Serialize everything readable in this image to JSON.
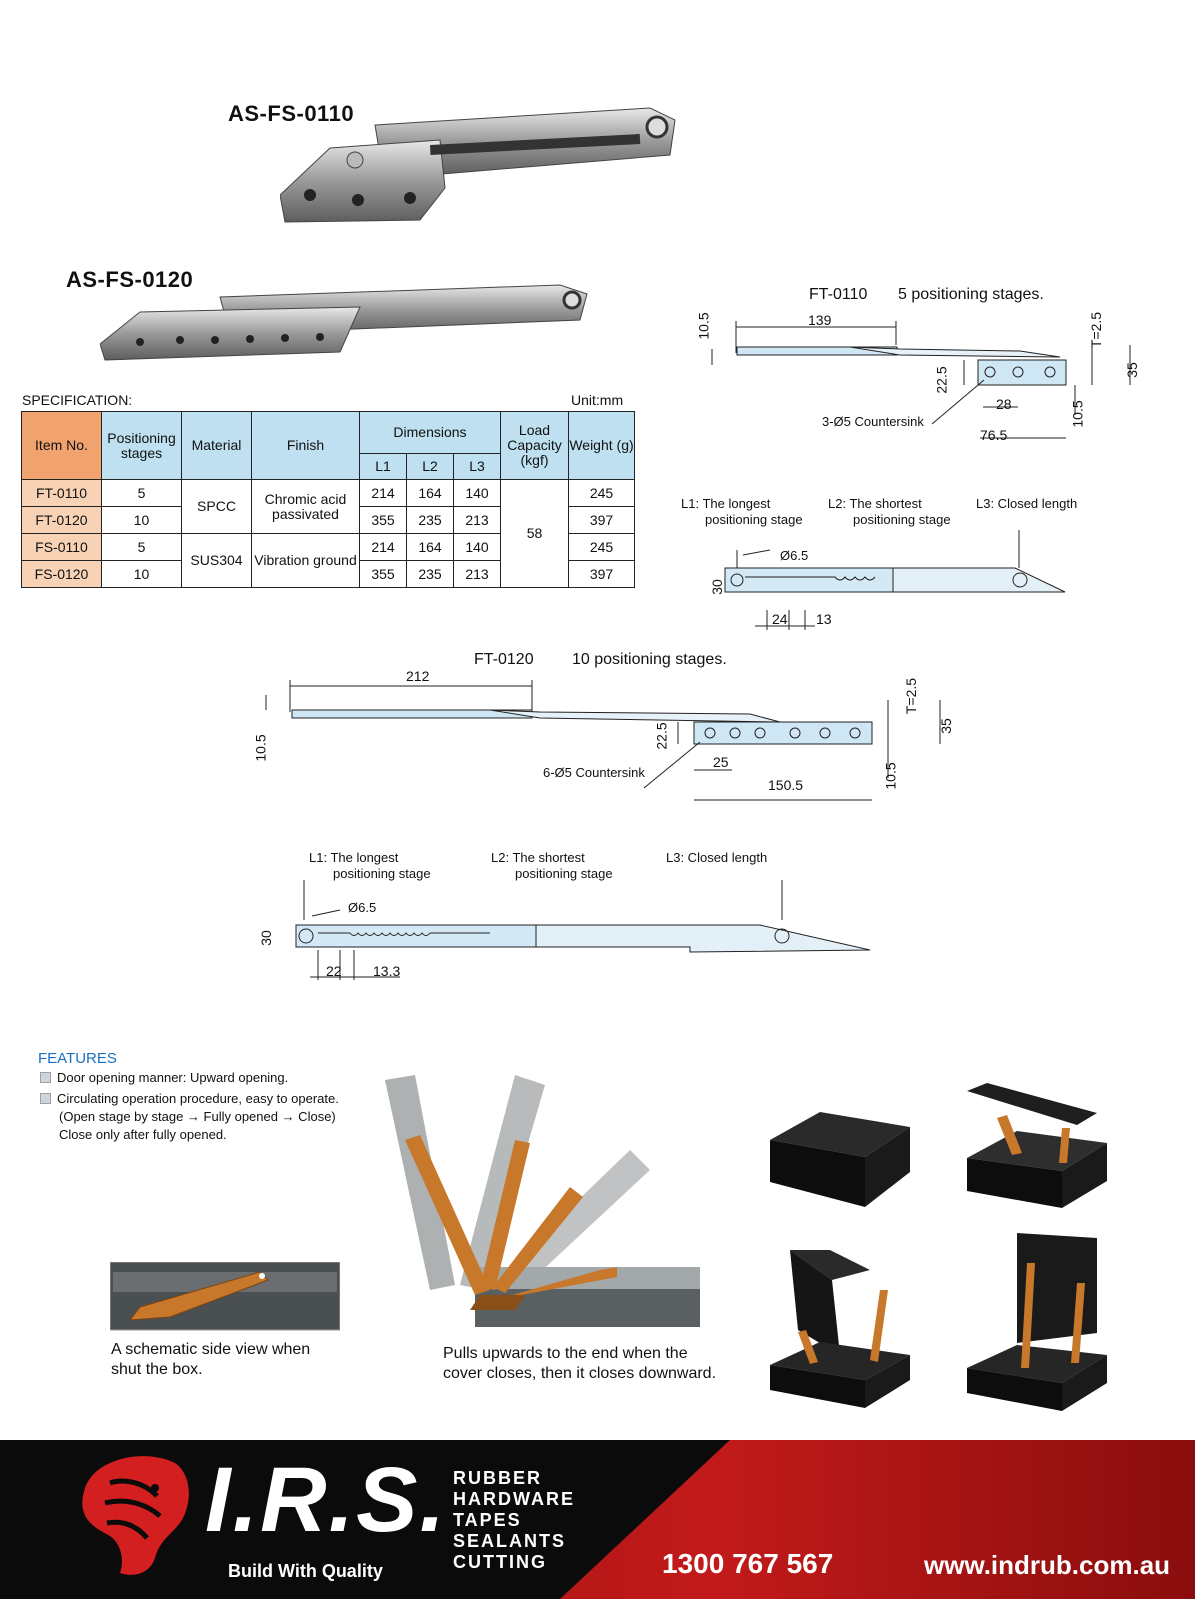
{
  "products": {
    "a": {
      "title": "AS-FS-0110"
    },
    "b": {
      "title": "AS-FS-0120"
    }
  },
  "spec": {
    "title": "SPECIFICATION:",
    "unit": "Unit:mm",
    "headers": {
      "item": "Item No.",
      "stages": "Positioning stages",
      "material": "Material",
      "finish": "Finish",
      "dimensions": "Dimensions",
      "l1": "L1",
      "l2": "L2",
      "l3": "L3",
      "load": "Load Capacity (kgf)",
      "weight": "Weight (g)"
    },
    "rows": [
      {
        "item": "FT-0110",
        "stages": "5",
        "l1": "214",
        "l2": "164",
        "l3": "140",
        "weight": "245"
      },
      {
        "item": "FT-0120",
        "stages": "10",
        "l1": "355",
        "l2": "235",
        "l3": "213",
        "weight": "397"
      },
      {
        "item": "FS-0110",
        "stages": "5",
        "l1": "214",
        "l2": "164",
        "l3": "140",
        "weight": "245"
      },
      {
        "item": "FS-0120",
        "stages": "10",
        "l1": "355",
        "l2": "235",
        "l3": "213",
        "weight": "397"
      }
    ],
    "materials": [
      "SPCC",
      "SUS304"
    ],
    "finishes": [
      "Chromic acid passivated",
      "Vibration ground"
    ],
    "load": "58"
  },
  "drawing1": {
    "title": "FT-0110",
    "stages": "5 positioning stages.",
    "d139": "139",
    "d105a": "10.5",
    "t": "T=2.5",
    "d225": "22.5",
    "d35": "35",
    "d28": "28",
    "d105b": "10.5",
    "d765": "76.5",
    "holes": "3-Ø5 Countersink"
  },
  "legend1": {
    "l1": "L1: The longest",
    "l1b": "positioning stage",
    "l2": "L2: The shortest",
    "l2b": "positioning stage",
    "l3": "L3: Closed length",
    "dia": "Ø6.5",
    "d30": "30",
    "d24": "24",
    "d13": "13"
  },
  "drawing2": {
    "title": "FT-0120",
    "stages": "10 positioning stages.",
    "d212": "212",
    "d105a": "10.5",
    "t": "T=2.5",
    "d225": "22.5",
    "d35": "35",
    "d25": "25",
    "d105b": "10.5",
    "d1505": "150.5",
    "holes": "6-Ø5 Countersink"
  },
  "legend2": {
    "l1": "L1: The longest",
    "l1b": "positioning stage",
    "l2": "L2: The shortest",
    "l2b": "positioning stage",
    "l3": "L3: Closed length",
    "dia": "Ø6.5",
    "d30": "30",
    "d22": "22",
    "d133": "13.3"
  },
  "features": {
    "title": "FEATURES",
    "item1": "Door opening manner: Upward opening.",
    "item2": "Circulating operation procedure, easy to operate.",
    "item2b": "(Open stage by stage → Fully opened → Close)",
    "item2c": "Close only after fully opened."
  },
  "captions": {
    "c1a": "A schematic side view when",
    "c1b": "shut the box.",
    "c2a": "Pulls upwards to the end when the",
    "c2b": "cover closes, then it closes downward."
  },
  "footer": {
    "brand": "I.R.S.",
    "tagline": "Build With Quality",
    "cats": [
      "RUBBER",
      "HARDWARE",
      "TAPES",
      "SEALANTS",
      "CUTTING"
    ],
    "phone": "1300 767 567",
    "web": "www.indrub.com.au"
  },
  "colors": {
    "table_header": "#bfe0f0",
    "item_header": "#f1a36f",
    "item_cell": "#f7d2b4",
    "features": "#1a6fc0",
    "footer_red": "#c21a1a",
    "stay_orange": "#c8782a"
  }
}
